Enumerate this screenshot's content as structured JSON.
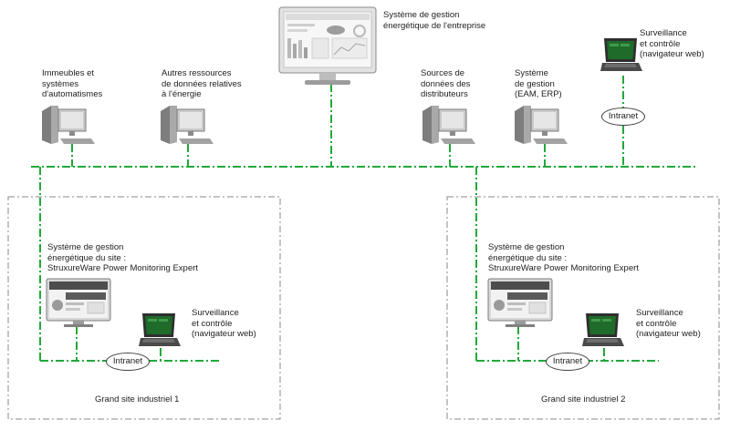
{
  "top": {
    "enterprise_system": [
      "Système de gestion",
      "énergétique de l'entreprise"
    ],
    "remote_monitor": [
      "Surveillance",
      "et contrôle",
      "(navigateur web)"
    ],
    "remote_intranet": "Intranet",
    "buildings": [
      "Immeubles et",
      "systèmes",
      "d'automatismes"
    ],
    "energy_resources": [
      "Autres ressources",
      "de données relatives",
      "à l'énergie"
    ],
    "distributors": [
      "Sources de",
      "données des",
      "distributeurs"
    ],
    "management": [
      "Système",
      "de gestion",
      "(EAM, ERP)"
    ]
  },
  "sites": [
    {
      "title": "Grand site industriel 1",
      "system": [
        "Système de gestion",
        "énergétique du site :",
        "StruxureWare Power Monitoring Expert"
      ],
      "monitor": [
        "Surveillance",
        "et contrôle",
        "(navigateur web)"
      ],
      "intranet": "Intranet"
    },
    {
      "title": "Grand site industriel 2",
      "system": [
        "Système de gestion",
        "énergétique du site :",
        "StruxureWare Power Monitoring Expert"
      ],
      "monitor": [
        "Surveillance",
        "et contrôle",
        "(navigateur web)"
      ],
      "intranet": "Intranet"
    }
  ],
  "colors": {
    "network": "#22a83a",
    "site_border": "#8a8a8a",
    "laptop_screen": "#1f6b2a"
  }
}
